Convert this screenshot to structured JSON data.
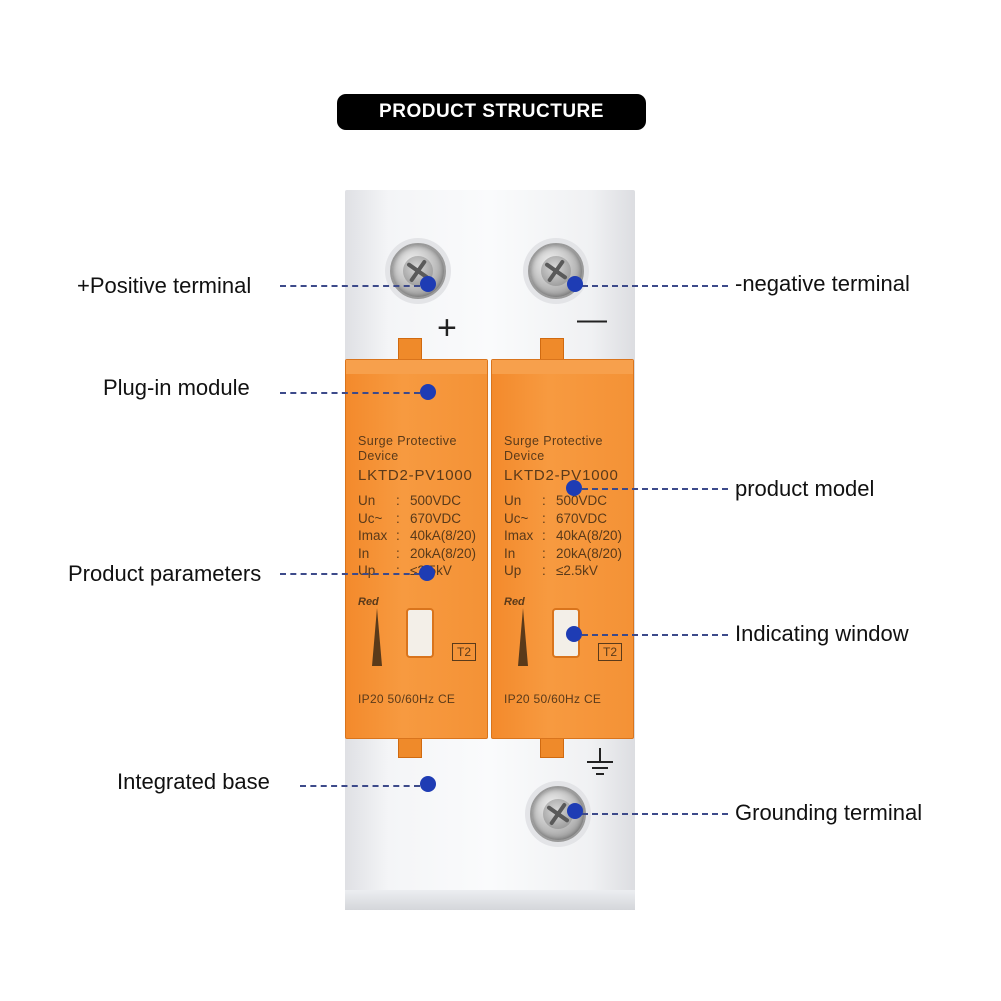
{
  "title": "PRODUCT STRUCTURE",
  "labels": {
    "positive_terminal": "+Positive terminal",
    "negative_terminal": "-negative terminal",
    "plug_in_module": "Plug-in module",
    "product_model": "product model",
    "product_parameters": "Product parameters",
    "indicating_window": "Indicating window",
    "integrated_base": "Integrated base",
    "grounding_terminal": "Grounding terminal"
  },
  "device": {
    "plus_symbol": "+",
    "minus_symbol": "—",
    "module_name_line1": "Surge Protective",
    "module_name_line2": "Device",
    "model": "LKTD2-PV1000",
    "params": [
      {
        "key": "Un",
        "sep": ":",
        "value": "500VDC"
      },
      {
        "key": "Uc~",
        "sep": ":",
        "value": "670VDC"
      },
      {
        "key": "Imax",
        "sep": ":",
        "value": "40kA(8/20)"
      },
      {
        "key": "In",
        "sep": ":",
        "value": "20kA(8/20)"
      },
      {
        "key": "Up",
        "sep": ":",
        "value": "≤2.5kV"
      }
    ],
    "brand": "Red",
    "type_badge": "T2",
    "rating": "IP20 50/60Hz CE"
  },
  "colors": {
    "module_orange": "#f38a2c",
    "callout_dot": "#1e3cb4",
    "title_bg": "#000000"
  }
}
